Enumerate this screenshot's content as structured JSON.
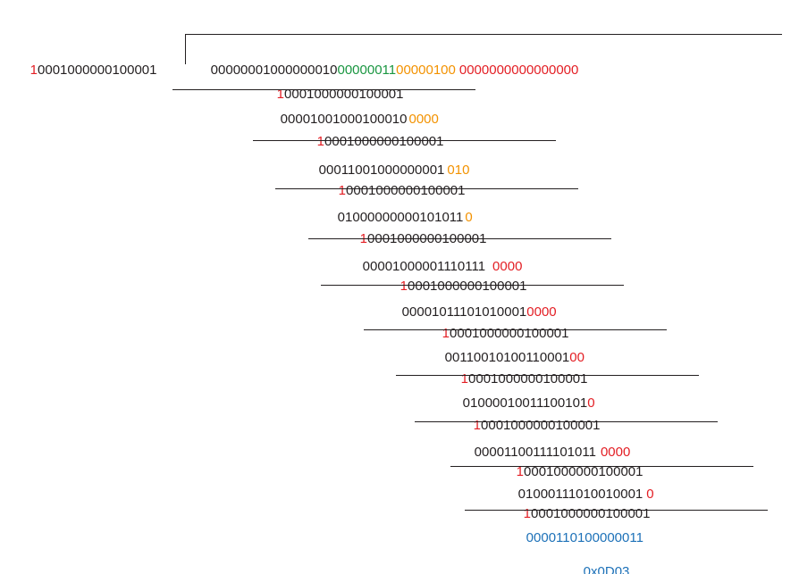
{
  "colors": {
    "default": "#231f20",
    "red": "#e31e24",
    "green": "#1a9641",
    "orange": "#f39200",
    "blue": "#1d71b8"
  },
  "divisor": {
    "lead": "1",
    "rest": "0001000000100001"
  },
  "dividend": {
    "part1": "00000001000000010",
    "part2": "00000011",
    "part3": "00000100",
    "part4": "0000000000000000"
  },
  "steps": [
    {
      "divisor_lead": "1",
      "divisor_rest": "0001000000100001",
      "remainder_main": "00001001000100010",
      "remainder_extra": "0000",
      "extra_color": "orange"
    },
    {
      "divisor_lead": "1",
      "divisor_rest": "0001000000100001",
      "remainder_main": "00011001000000001",
      "remainder_extra": "010",
      "extra_color": "orange"
    },
    {
      "divisor_lead": "1",
      "divisor_rest": "0001000000100001",
      "remainder_main": "01000000000101011",
      "remainder_extra": "0",
      "extra_color": "orange"
    },
    {
      "divisor_lead": "1",
      "divisor_rest": "0001000000100001",
      "remainder_main": "00001000001110111",
      "remainder_extra": "0000",
      "extra_color": "red"
    },
    {
      "divisor_lead": "1",
      "divisor_rest": "0001000000100001",
      "remainder_main": "00001011101010001",
      "remainder_extra": "0000",
      "extra_color": "red"
    },
    {
      "divisor_lead": "1",
      "divisor_rest": "0001000000100001",
      "remainder_main": "00110010100110001",
      "remainder_extra": "00",
      "extra_color": "red"
    },
    {
      "divisor_lead": "1",
      "divisor_rest": "0001000000100001",
      "remainder_main": "01000010011100101",
      "remainder_extra": "0",
      "extra_color": "red"
    },
    {
      "divisor_lead": "1",
      "divisor_rest": "0001000000100001",
      "remainder_main": "00001100111101011",
      "remainder_extra": "0000",
      "extra_color": "red"
    },
    {
      "divisor_lead": "1",
      "divisor_rest": "0001000000100001",
      "remainder_main": "01000111010010001",
      "remainder_extra": "0",
      "extra_color": "red"
    },
    {
      "divisor_lead": "1",
      "divisor_rest": "0001000000100001",
      "remainder_main": "0000110100000011",
      "remainder_extra": "",
      "extra_color": "red"
    }
  ],
  "final_remainder": "0000110100000011",
  "crc_hex": "0x0D03"
}
